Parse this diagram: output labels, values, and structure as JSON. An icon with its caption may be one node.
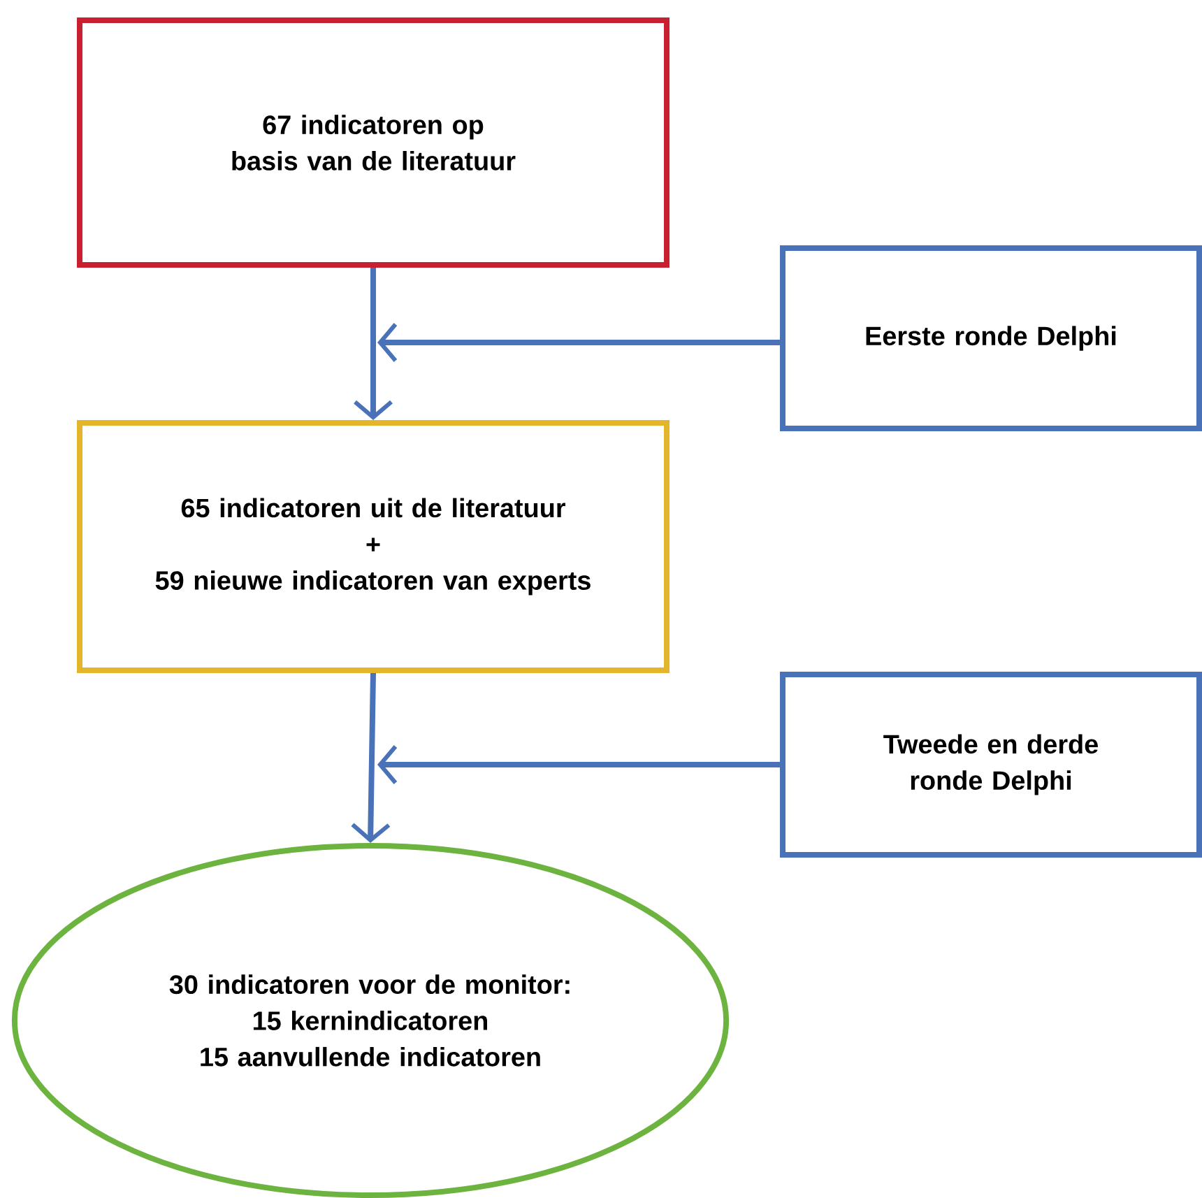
{
  "diagram": {
    "nodes": [
      {
        "text": [
          "67 indicatoren op basis van de literatuur"
        ]
      },
      {
        "text": [
          "Eerste ronde Delphi"
        ]
      },
      {
        "text": [
          "65 indicatoren uit de literatuur",
          "+",
          "59 nieuwe indicatoren van experts"
        ]
      },
      {
        "text": [
          "Tweede en derde ronde Delphi"
        ]
      },
      {
        "text": [
          "30 indicatoren voor de monitor:",
          "15 kernindicatoren",
          "15 aanvullende indicatoren"
        ]
      }
    ],
    "edges": [
      {
        "from": 0,
        "to": 2,
        "arrow": "to"
      },
      {
        "from": 1,
        "to": null,
        "arrow": "to"
      },
      {
        "from": 2,
        "to": 4,
        "arrow": "to"
      },
      {
        "from": 3,
        "to": null,
        "arrow": "to"
      }
    ]
  }
}
